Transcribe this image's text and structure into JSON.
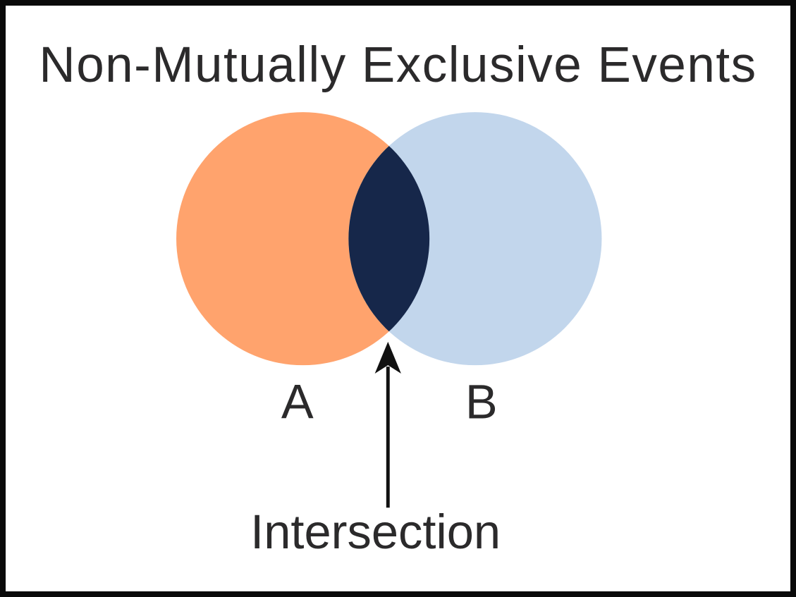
{
  "title": "Non-Mutually Exclusive Events",
  "venn": {
    "set_a": {
      "label": "A",
      "color": "#FFA36D"
    },
    "set_b": {
      "label": "B",
      "color": "#C2D6EC"
    },
    "intersection": {
      "label": "Intersection",
      "color": "#16274A"
    }
  },
  "frame": {
    "border_color": "#0a0a0a",
    "background": "#ffffff",
    "text_color": "#2b2a2b"
  }
}
